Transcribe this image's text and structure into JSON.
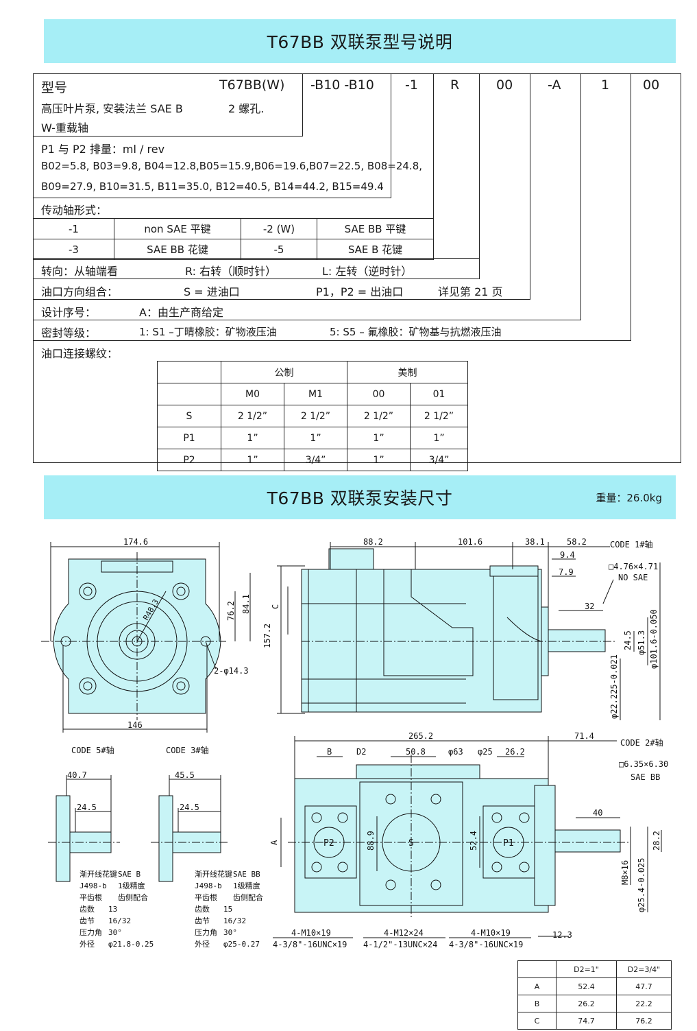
{
  "section1": {
    "title": "T67BB  双联泵型号说明",
    "code_parts": [
      "T67BB(W)",
      "-B10 -B10",
      "-1",
      "R",
      "00",
      "-A",
      "1",
      "00"
    ],
    "model_label": "型号",
    "model_desc_line1": "高压叶片泵, 安装法兰 SAE B",
    "model_desc_bolt": "2 螺孔.",
    "model_desc_line2": "W-重载轴",
    "displacement_title": "P1 与 P2 排量：ml / rev",
    "displacement_line1": "B02=5.8, B03=9.8, B04=12.8,B05=15.9,B06=19.6,B07=22.5, B08=24.8,",
    "displacement_line2": "B09=27.9, B10=31.5, B11=35.0,    B12=40.5,    B14=44.2,    B15=49.4",
    "shaft_title": "传动轴形式：",
    "shaft_rows": [
      [
        "-1",
        "non SAE  平键",
        "-2 (W)",
        "SAE BB  平键"
      ],
      [
        "-3",
        "SAE BB  花键",
        "-5",
        "SAE B  花键"
      ]
    ],
    "rotation_label": "转向：从轴端看",
    "rotation_r": "R:  右转（顺时针）",
    "rotation_l": "L:  左转（逆时针）",
    "port_label": "油口方向组合：",
    "port_s": "S =  进油口",
    "port_p": "P1，P2 =  出油口",
    "port_page": "详见第 21 页",
    "design_label": "设计序号：",
    "design_value": "A：由生产商给定",
    "seal_label": "密封等级：",
    "seal_1": "1: S1 –丁晴橡胶：矿物液压油",
    "seal_5": "5: S5 –  氟橡胶：矿物基与抗燃液压油",
    "thread_label": "油口连接螺纹：",
    "thread_groups": [
      "公制",
      "美制"
    ],
    "thread_cols": [
      "M0",
      "M1",
      "00",
      "01"
    ],
    "thread_rows": [
      {
        "name": "S",
        "vals": [
          "2 1/2”",
          "2 1/2”",
          "2 1/2”",
          "2 1/2”"
        ]
      },
      {
        "name": "P1",
        "vals": [
          "1”",
          "1”",
          "1”",
          "1”"
        ]
      },
      {
        "name": "P2",
        "vals": [
          "1”",
          "3/4”",
          "1”",
          "3/4”"
        ]
      }
    ]
  },
  "section2": {
    "title": "T67BB  双联泵安装尺寸",
    "weight": "重量：26.0kg",
    "front_view": {
      "width": "174.6",
      "bottom": "146",
      "h1": "76.2",
      "h2": "84.1",
      "radius": "R48.3",
      "holes": "2-φ14.3"
    },
    "side_view": {
      "d1": "88.2",
      "d2": "101.6",
      "d3": "38.1",
      "d4": "58.2",
      "d5": "9.4",
      "d6": "7.9",
      "d7": "32",
      "height": "157.2",
      "c": "C",
      "v1": "24.5",
      "v2": "φ51.3",
      "v3": "φ101.6-0.050",
      "v4": "φ22.225-0.021",
      "code1": "CODE 1#轴",
      "key1": "□4.76×4.71",
      "nosae": "NO SAE"
    },
    "code5": {
      "title": "CODE 5#轴",
      "d1": "40.7",
      "d2": "24.5",
      "spec": [
        [
          "渐开线花键",
          "SAE B"
        ],
        [
          "J498-b",
          "1级精度"
        ],
        [
          "平齿根",
          "齿侧配合"
        ],
        [
          "齿数",
          "13"
        ],
        [
          "齿节",
          "16/32"
        ],
        [
          "压力角",
          "30°"
        ],
        [
          "外径",
          "φ21.8-0.25"
        ]
      ]
    },
    "code3": {
      "title": "CODE 3#轴",
      "d1": "45.5",
      "d2": "24.5",
      "spec": [
        [
          "渐开线花键",
          "SAE BB"
        ],
        [
          "J498-b",
          "1级精度"
        ],
        [
          "平齿根",
          "齿侧配合"
        ],
        [
          "齿数",
          "15"
        ],
        [
          "齿节",
          "16/32"
        ],
        [
          "压力角",
          "30°"
        ],
        [
          "外径",
          "φ25-0.27"
        ]
      ]
    },
    "top_view": {
      "length": "265.2",
      "ext": "71.4",
      "b": "B",
      "d2": "D2",
      "w508": "50.8",
      "phi63": "φ63",
      "phi25": "φ25",
      "w262": "26.2",
      "a": "A",
      "h889": "88.9",
      "h524": "52.4",
      "p2": "P2",
      "p1": "P1",
      "s": "S",
      "code2": "CODE 2#轴",
      "key2": "□6.35×6.30",
      "saebb": "SAE BB",
      "w40": "40",
      "m8": "M8×16",
      "w282": "28.2",
      "phi254": "φ25.4-0.025",
      "w123": "12.3",
      "b1a": "4-M10×19",
      "b1b": "4-3/8\"-16UNC×19",
      "b2a": "4-M12×24",
      "b2b": "4-1/2\"-13UNC×24",
      "b3a": "4-M10×19",
      "b3b": "4-3/8\"-16UNC×19"
    },
    "d2_table": {
      "cols": [
        "D2=1\"",
        "D2=3/4\""
      ],
      "rows": [
        {
          "name": "A",
          "vals": [
            "52.4",
            "47.7"
          ]
        },
        {
          "name": "B",
          "vals": [
            "26.2",
            "22.2"
          ]
        },
        {
          "name": "C",
          "vals": [
            "74.7",
            "76.2"
          ]
        }
      ]
    }
  }
}
